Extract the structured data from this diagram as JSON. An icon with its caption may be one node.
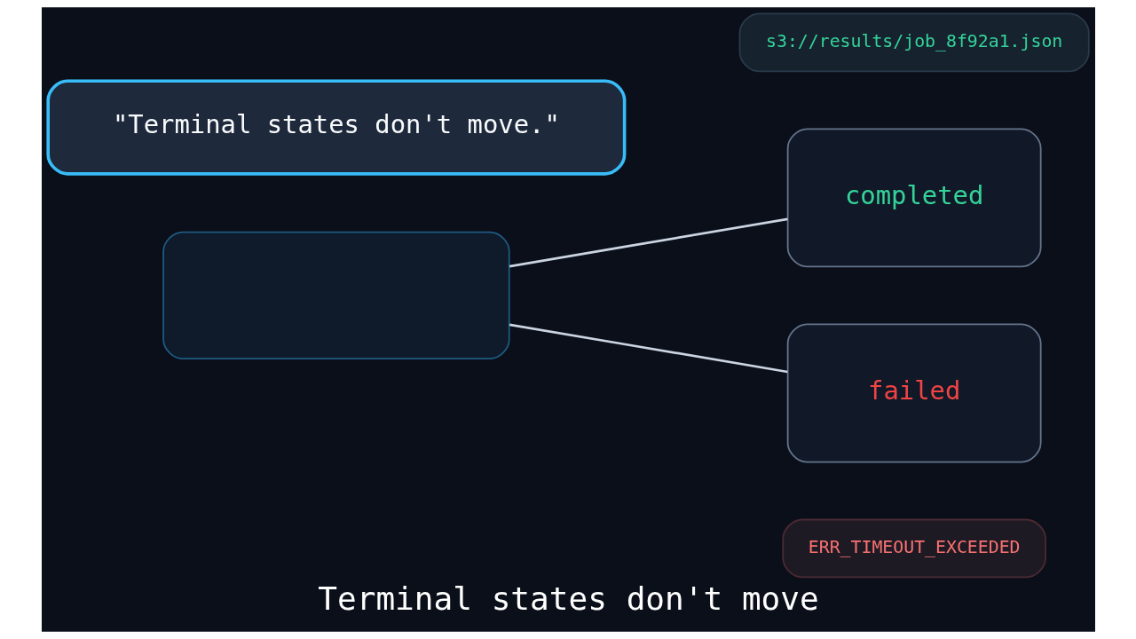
{
  "diagram": {
    "caption": "Terminal states don't move",
    "nodes": [
      {
        "text": [
          "s3://results/job_8f92a1.json"
        ]
      },
      {
        "text": [
          "completed"
        ]
      },
      {
        "text": [
          "\"Terminal states don't move.\""
        ]
      },
      {
        "text": [],
        "shape": "box"
      },
      {
        "text": [
          "failed"
        ]
      },
      {
        "text": [
          "ERR_TIMEOUT_EXCEEDED"
        ]
      }
    ],
    "edges": [
      {
        "from": 3,
        "to": 1,
        "arrow": "none"
      },
      {
        "from": 3,
        "to": 4,
        "arrow": "none"
      }
    ]
  }
}
